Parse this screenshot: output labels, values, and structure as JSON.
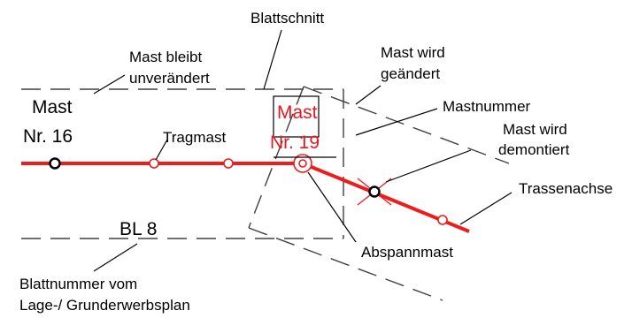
{
  "colors": {
    "route": "#ee1c1c",
    "highlight_text": "#e8191e",
    "sheet_outline": "#404040",
    "text": "#000000"
  },
  "labels": {
    "blattschnitt": "Blattschnitt",
    "mast_bleibt_line1": "Mast bleibt",
    "mast_bleibt_line2": "unverändert",
    "mast_wird_geaendert_line1": "Mast wird",
    "mast_wird_geaendert_line2": "geändert",
    "mastnummer": "Mastnummer",
    "mast_wird_demontiert_line1": "Mast wird",
    "mast_wird_demontiert_line2": "demontiert",
    "trassenachse": "Trassenachse",
    "tragmast": "Tragmast",
    "abspannmast": "Abspannmast",
    "mast16_line1": "Mast",
    "mast16_line2": "Nr. 16",
    "mast19_line1": "Mast",
    "mast19_line2": "Nr. 19",
    "blattnummer": "BL 8",
    "blattnummer_desc_line1": "Blattnummer vom",
    "blattnummer_desc_line2": "Lage-/ Grunderwerbsplan"
  }
}
